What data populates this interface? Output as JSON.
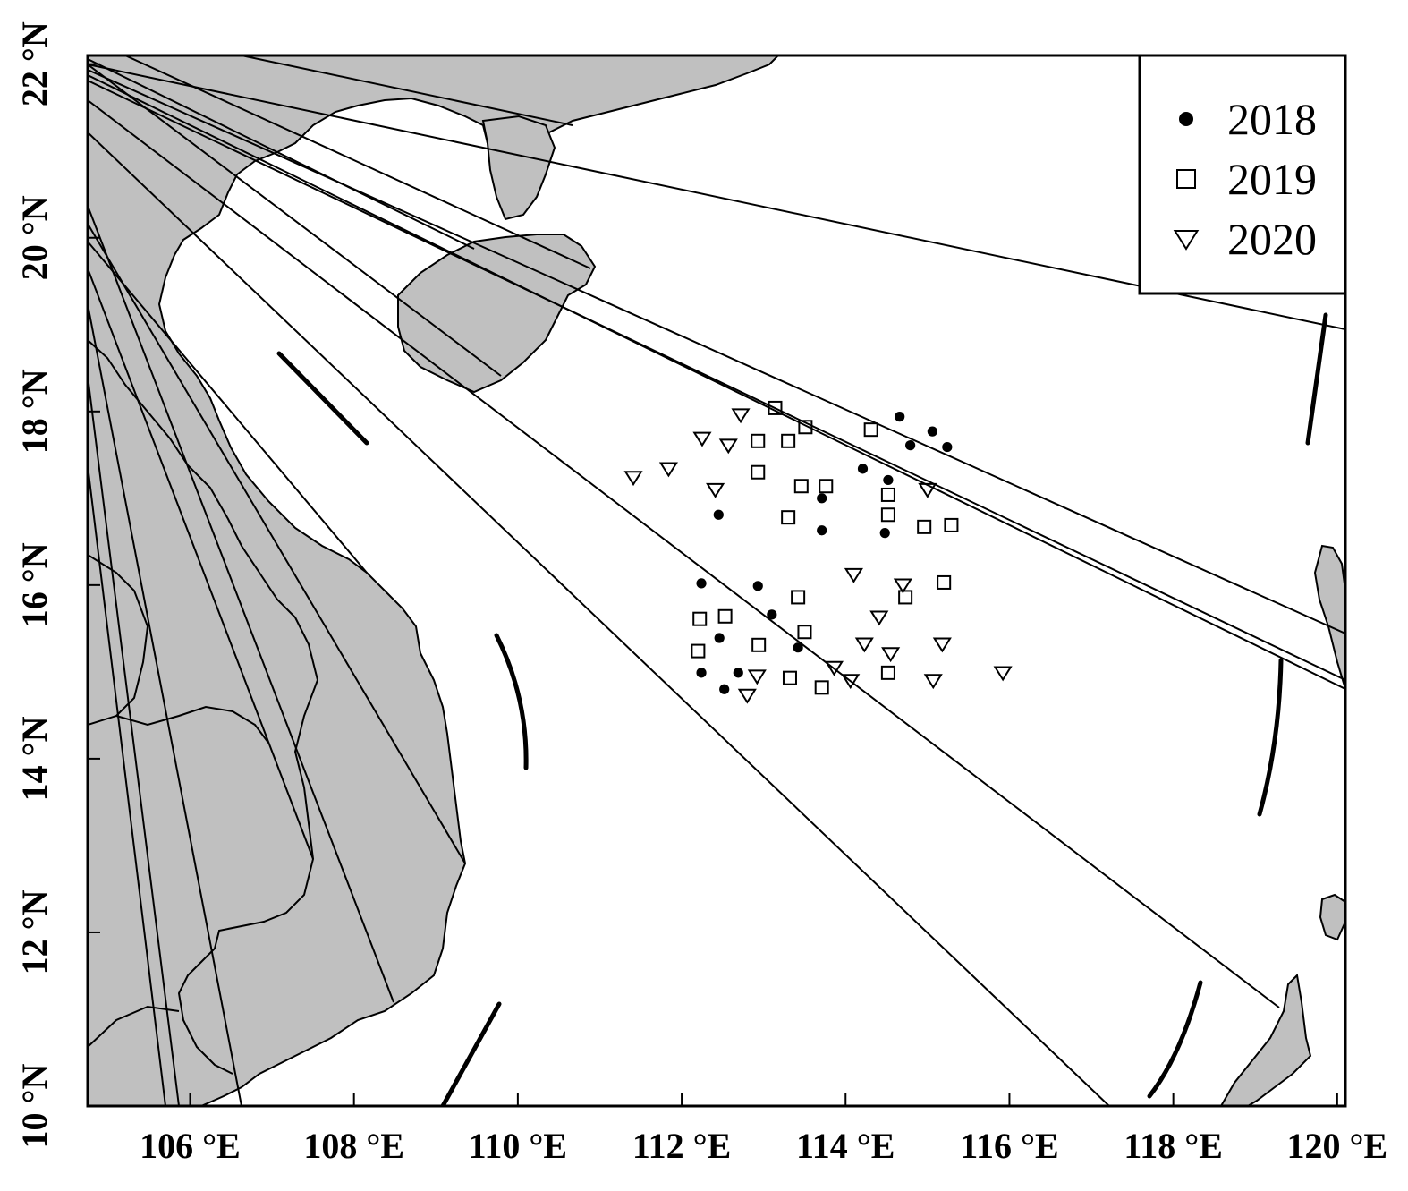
{
  "chart_data": {
    "type": "scatter",
    "title": "",
    "xlabel": "",
    "ylabel": "",
    "xlim": [
      104.75,
      120.1
    ],
    "ylim": [
      10,
      22.1
    ],
    "x_ticks": [
      {
        "value": 106,
        "label": "106 °E"
      },
      {
        "value": 108,
        "label": "108 °E"
      },
      {
        "value": 110,
        "label": "110 °E"
      },
      {
        "value": 112,
        "label": "112 °E"
      },
      {
        "value": 114,
        "label": "114 °E"
      },
      {
        "value": 116,
        "label": "116 °E"
      },
      {
        "value": 118,
        "label": "118 °E"
      },
      {
        "value": 120,
        "label": "120 °E"
      }
    ],
    "y_ticks": [
      {
        "value": 10,
        "label": "10 °N"
      },
      {
        "value": 12,
        "label": "12 °N"
      },
      {
        "value": 14,
        "label": "14 °N"
      },
      {
        "value": 16,
        "label": "16 °N"
      },
      {
        "value": 18,
        "label": "18 °N"
      },
      {
        "value": 20,
        "label": "20 °N"
      },
      {
        "value": 22,
        "label": "22 °N"
      }
    ],
    "legend_position": "top-right",
    "grid": false,
    "colors": {
      "land": "#c0c0c0",
      "water": "#ffffff",
      "line": "#000000"
    },
    "series": [
      {
        "name": "2018",
        "marker": "filled-circle",
        "points": [
          [
            114.66,
            17.94
          ],
          [
            115.06,
            17.77
          ],
          [
            114.79,
            17.61
          ],
          [
            115.24,
            17.59
          ],
          [
            114.21,
            17.34
          ],
          [
            114.52,
            17.21
          ],
          [
            113.71,
            17.0
          ],
          [
            112.45,
            16.81
          ],
          [
            113.71,
            16.63
          ],
          [
            114.48,
            16.6
          ],
          [
            112.24,
            16.02
          ],
          [
            112.93,
            15.99
          ],
          [
            113.1,
            15.66
          ],
          [
            112.46,
            15.39
          ],
          [
            113.42,
            15.28
          ],
          [
            112.24,
            14.99
          ],
          [
            112.69,
            14.99
          ],
          [
            112.52,
            14.8
          ]
        ]
      },
      {
        "name": "2019",
        "marker": "open-square",
        "points": [
          [
            113.14,
            18.04
          ],
          [
            113.51,
            17.82
          ],
          [
            114.31,
            17.79
          ],
          [
            112.93,
            17.66
          ],
          [
            113.3,
            17.66
          ],
          [
            112.93,
            17.3
          ],
          [
            113.46,
            17.14
          ],
          [
            113.76,
            17.14
          ],
          [
            114.52,
            17.04
          ],
          [
            114.52,
            16.81
          ],
          [
            113.3,
            16.78
          ],
          [
            115.29,
            16.69
          ],
          [
            114.96,
            16.67
          ],
          [
            115.2,
            16.03
          ],
          [
            113.42,
            15.86
          ],
          [
            114.73,
            15.86
          ],
          [
            112.53,
            15.64
          ],
          [
            112.22,
            15.61
          ],
          [
            113.5,
            15.46
          ],
          [
            112.94,
            15.31
          ],
          [
            112.2,
            15.24
          ],
          [
            114.52,
            14.99
          ],
          [
            113.32,
            14.93
          ],
          [
            113.71,
            14.82
          ]
        ]
      },
      {
        "name": "2020",
        "marker": "open-triangle-down",
        "points": [
          [
            112.72,
            17.96
          ],
          [
            112.25,
            17.69
          ],
          [
            112.57,
            17.61
          ],
          [
            111.84,
            17.34
          ],
          [
            111.41,
            17.24
          ],
          [
            112.41,
            17.1
          ],
          [
            115.0,
            17.1
          ],
          [
            114.1,
            16.12
          ],
          [
            114.7,
            16.0
          ],
          [
            114.41,
            15.63
          ],
          [
            115.18,
            15.32
          ],
          [
            114.23,
            15.32
          ],
          [
            114.55,
            15.21
          ],
          [
            113.86,
            15.05
          ],
          [
            115.92,
            14.99
          ],
          [
            112.92,
            14.95
          ],
          [
            114.06,
            14.9
          ],
          [
            115.07,
            14.9
          ],
          [
            112.8,
            14.73
          ]
        ]
      }
    ]
  }
}
